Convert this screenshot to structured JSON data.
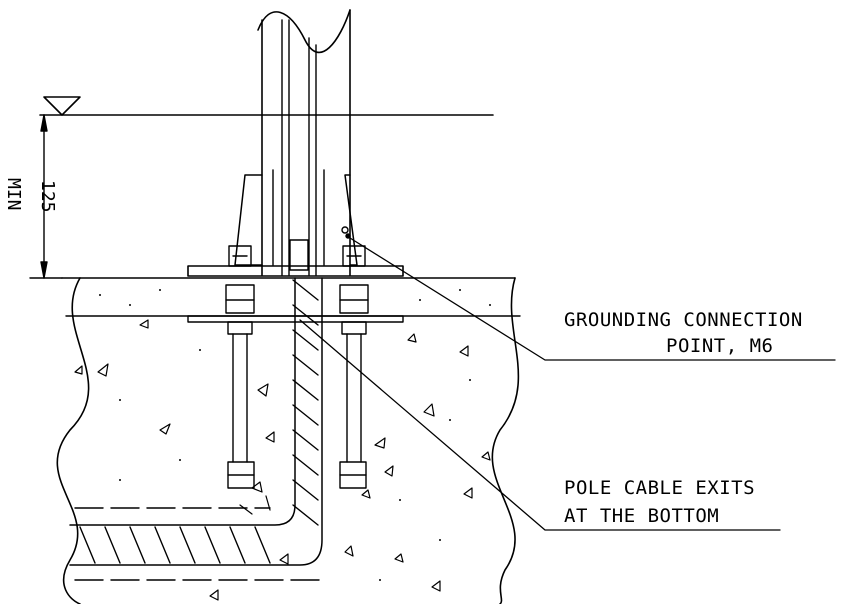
{
  "dimension": {
    "value": "125",
    "qualifier": "MIN"
  },
  "callouts": {
    "grounding": {
      "line1": "GROUNDING CONNECTION",
      "line2": "POINT, M6"
    },
    "cable": {
      "line1": "POLE CABLE EXITS",
      "line2": "AT THE BOTTOM"
    }
  }
}
